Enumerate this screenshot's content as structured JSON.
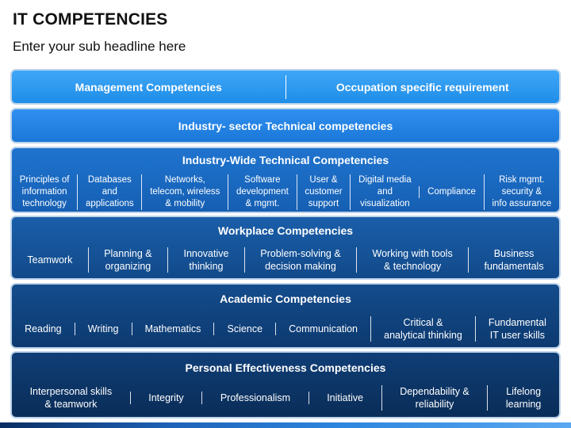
{
  "title": "IT COMPETENCIES",
  "subtitle": "Enter your sub headline here",
  "tier1": {
    "left": "Management Competencies",
    "right": "Occupation specific requirement"
  },
  "tier2": {
    "title": "Industry- sector Technical competencies"
  },
  "tier3": {
    "title": "Industry-Wide Technical Competencies",
    "items": [
      "Principles of\ninformation\ntechnology",
      "Databases\nand\napplications",
      "Networks,\ntelecom, wireless\n& mobility",
      "Software\ndevelopment\n& mgmt.",
      "User &\ncustomer\nsupport",
      "Digital media\nand\nvisualization",
      "Compliance",
      "Risk mgmt.\nsecurity &\ninfo assurance"
    ]
  },
  "tier4": {
    "title": "Workplace Competencies",
    "items": [
      "Teamwork",
      "Planning &\norganizing",
      "Innovative\nthinking",
      "Problem-solving &\ndecision making",
      "Working with tools\n& technology",
      "Business\nfundamentals"
    ]
  },
  "tier5": {
    "title": "Academic Competencies",
    "items": [
      "Reading",
      "Writing",
      "Mathematics",
      "Science",
      "Communication",
      "Critical &\nanalytical thinking",
      "Fundamental\nIT user skills"
    ]
  },
  "tier6": {
    "title": "Personal Effectiveness Competencies",
    "items": [
      "Interpersonal skills\n& teamwork",
      "Integrity",
      "Professionalism",
      "Initiative",
      "Dependability &\nreliability",
      "Lifelong\nlearning"
    ]
  }
}
